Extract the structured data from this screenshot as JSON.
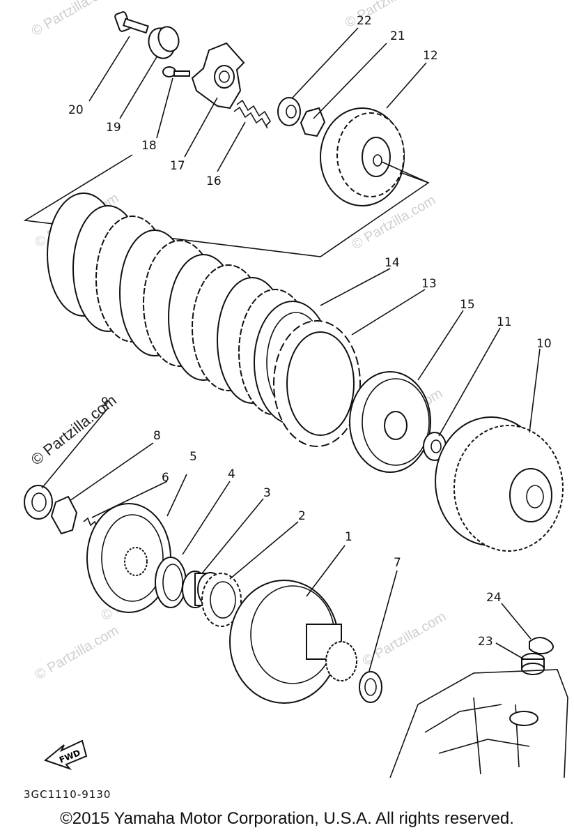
{
  "diagram": {
    "code": "3GC1110-9130",
    "copyright": "©2015  Yamaha Motor Corporation, U.S.A. All rights reserved.",
    "fwd_label": "FWD",
    "watermark_text": "© Partzilla.com",
    "callouts": [
      {
        "id": "1",
        "label": "1"
      },
      {
        "id": "2",
        "label": "2"
      },
      {
        "id": "3",
        "label": "3"
      },
      {
        "id": "4",
        "label": "4"
      },
      {
        "id": "5",
        "label": "5"
      },
      {
        "id": "6",
        "label": "6"
      },
      {
        "id": "7",
        "label": "7"
      },
      {
        "id": "8",
        "label": "8"
      },
      {
        "id": "9",
        "label": "9"
      },
      {
        "id": "10",
        "label": "10"
      },
      {
        "id": "11",
        "label": "11"
      },
      {
        "id": "12",
        "label": "12"
      },
      {
        "id": "13",
        "label": "13"
      },
      {
        "id": "14",
        "label": "14"
      },
      {
        "id": "15",
        "label": "15"
      },
      {
        "id": "16",
        "label": "16"
      },
      {
        "id": "17",
        "label": "17"
      },
      {
        "id": "18",
        "label": "18"
      },
      {
        "id": "19",
        "label": "19"
      },
      {
        "id": "20",
        "label": "20"
      },
      {
        "id": "21",
        "label": "21"
      },
      {
        "id": "22",
        "label": "22"
      },
      {
        "id": "23",
        "label": "23"
      },
      {
        "id": "24",
        "label": "24"
      }
    ]
  }
}
